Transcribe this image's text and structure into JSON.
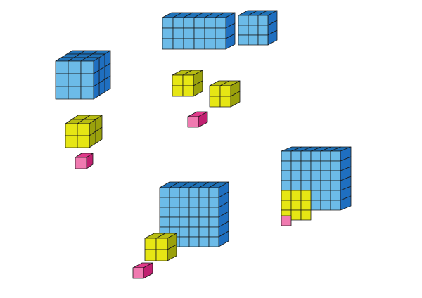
{
  "colors": {
    "blue": {
      "top": "#1f72b8",
      "front": "#6cbbe8",
      "side": "#1f6fc0"
    },
    "yellow": {
      "top": "#b8bd12",
      "front": "#e6e614",
      "side": "#9aa10c"
    },
    "pink": {
      "top": "#e03a8a",
      "front": "#f07ab0",
      "side": "#c02070"
    },
    "edge": "#1a1a1a"
  },
  "groups": [
    {
      "id": "cube-3x3x3",
      "color": "blue",
      "w": 3,
      "h": 3,
      "d": 3
    },
    {
      "id": "cube-2x2x2-small",
      "color": "yellow",
      "w": 2,
      "h": 2,
      "d": 2
    },
    {
      "id": "unit-cube-1",
      "color": "pink",
      "w": 1,
      "h": 1,
      "d": 1
    },
    {
      "id": "slab-6x3",
      "color": "blue",
      "w": 6,
      "h": 3,
      "d": 1
    },
    {
      "id": "slab-3x3",
      "color": "blue",
      "w": 3,
      "h": 3,
      "d": 1
    },
    {
      "id": "square-2x2-a",
      "color": "yellow",
      "w": 2,
      "h": 2,
      "d": 1
    },
    {
      "id": "square-2x2-b",
      "color": "yellow",
      "w": 2,
      "h": 2,
      "d": 1
    },
    {
      "id": "unit-cube-2",
      "color": "pink",
      "w": 1,
      "h": 1,
      "d": 1
    },
    {
      "id": "slab-6x6",
      "color": "blue",
      "w": 6,
      "h": 6,
      "d": 1
    },
    {
      "id": "square-2x2-c",
      "color": "yellow",
      "w": 2,
      "h": 2,
      "d": 1
    },
    {
      "id": "unit-cube-3",
      "color": "pink",
      "w": 1,
      "h": 1,
      "d": 1
    },
    {
      "id": "big-slab-6x6",
      "color": "blue",
      "w": 6,
      "h": 6,
      "d": 1
    },
    {
      "id": "big-yellow-3x3",
      "color": "yellow",
      "w": 3,
      "h": 3,
      "d": 1
    },
    {
      "id": "big-pink-1",
      "color": "pink",
      "w": 1,
      "h": 1,
      "d": 1
    }
  ]
}
